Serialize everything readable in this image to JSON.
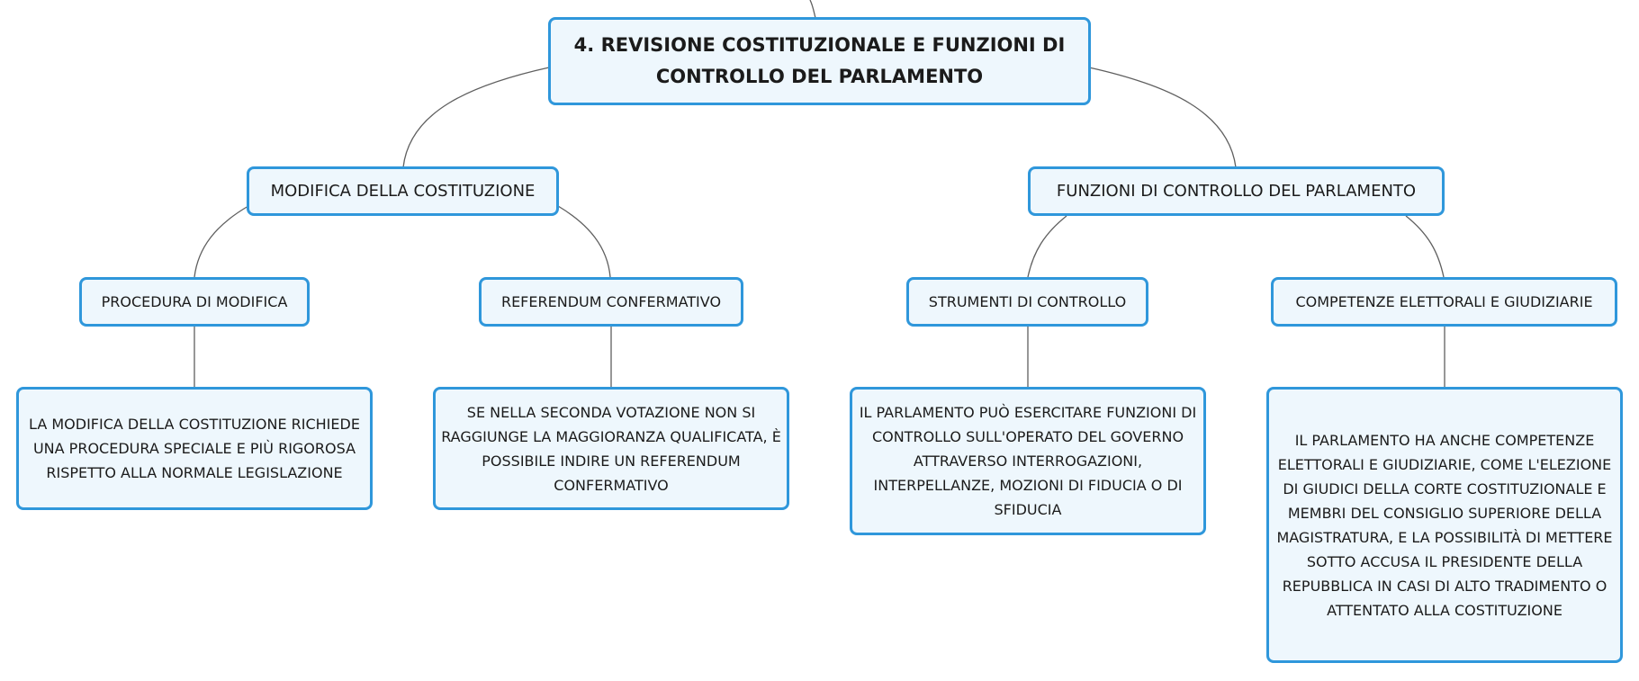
{
  "map": {
    "root": "4. REVISIONE COSTITUZIONALE E FUNZIONI DI CONTROLLO DEL PARLAMENTO",
    "left_branch": {
      "title": "MODIFICA DELLA COSTITUZIONE",
      "procedure": {
        "title": "PROCEDURA DI MODIFICA",
        "detail": "LA MODIFICA DELLA COSTITUZIONE RICHIEDE UNA PROCEDURA SPECIALE E PIÙ RIGOROSA RISPETTO ALLA NORMALE LEGISLAZIONE"
      },
      "referendum": {
        "title": "REFERENDUM CONFERMATIVO",
        "detail": "SE NELLA SECONDA VOTAZIONE NON SI RAGGIUNGE LA MAGGIORANZA QUALIFICATA, È POSSIBILE INDIRE UN REFERENDUM CONFERMATIVO"
      }
    },
    "right_branch": {
      "title": "FUNZIONI DI CONTROLLO DEL PARLAMENTO",
      "tools": {
        "title": "STRUMENTI DI CONTROLLO",
        "detail": "IL PARLAMENTO PUÒ ESERCITARE FUNZIONI DI CONTROLLO SULL'OPERATO DEL GOVERNO ATTRAVERSO INTERROGAZIONI, INTERPELLANZE, MOZIONI DI FIDUCIA O DI SFIDUCIA"
      },
      "competences": {
        "title": "COMPETENZE ELETTORALI E GIUDIZIARIE",
        "detail": "IL PARLAMENTO HA ANCHE COMPETENZE ELETTORALI E GIUDIZIARIE, COME L'ELEZIONE DI GIUDICI DELLA CORTE COSTITUZIONALE E MEMBRI DEL CONSIGLIO SUPERIORE DELLA MAGISTRATURA, E LA POSSIBILITÀ DI METTERE SOTTO ACCUSA IL PRESIDENTE DELLA REPUBBLICA IN CASI DI ALTO TRADIMENTO O ATTENTATO ALLA COSTITUZIONE"
      }
    }
  },
  "colors": {
    "node_border": "#2f97db",
    "node_fill": "#eef7fd",
    "connector": "#5f5f5f",
    "text": "#1b1b1b"
  }
}
